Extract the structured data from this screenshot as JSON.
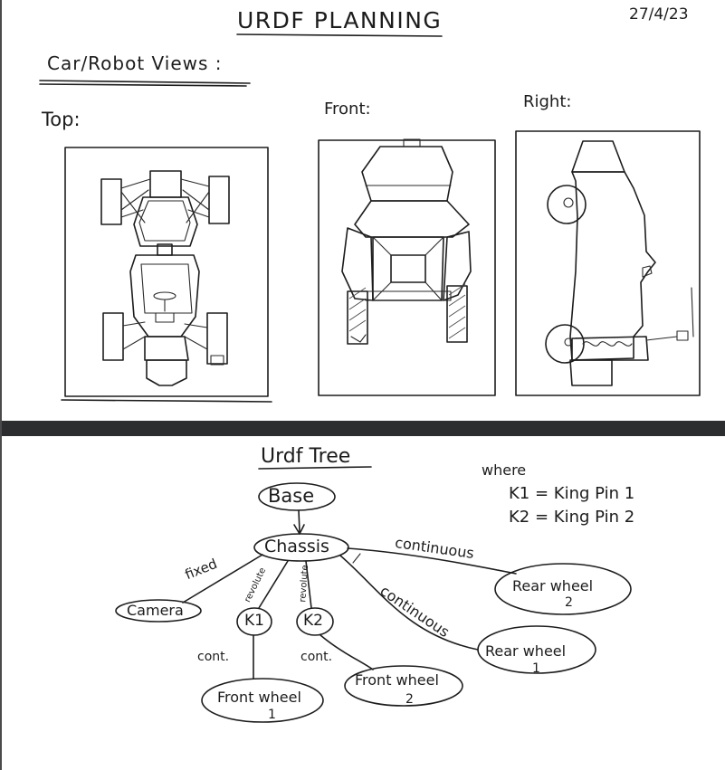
{
  "header": {
    "title": "URDF PLANNING",
    "date": "27/4/23",
    "section_heading": "Car/Robot Views :"
  },
  "views": [
    {
      "label": "Top:"
    },
    {
      "label": "Front:"
    },
    {
      "label": "Right:"
    }
  ],
  "tree": {
    "title": "Urdf Tree",
    "legend": {
      "heading": "where",
      "lines": [
        "K1 = King Pin 1",
        "K2 = King Pin 2"
      ]
    },
    "nodes": {
      "base": "Base",
      "chassis": "Chassis",
      "camera": "Camera",
      "k1": "K1",
      "k2": "K2",
      "front_wheel_1": [
        "Front wheel",
        "1"
      ],
      "front_wheel_2": [
        "Front wheel",
        "2"
      ],
      "rear_wheel_1": [
        "Rear wheel",
        "1"
      ],
      "rear_wheel_2": [
        "Rear wheel",
        "2"
      ]
    },
    "edge_labels": {
      "fixed": "fixed",
      "revolute_k1": "revolute",
      "revolute_k2": "revolute",
      "cont_k1": "cont.",
      "cont_k2": "cont.",
      "continuous_rw2": "continuous",
      "continuous_rw1": "continuous"
    }
  }
}
